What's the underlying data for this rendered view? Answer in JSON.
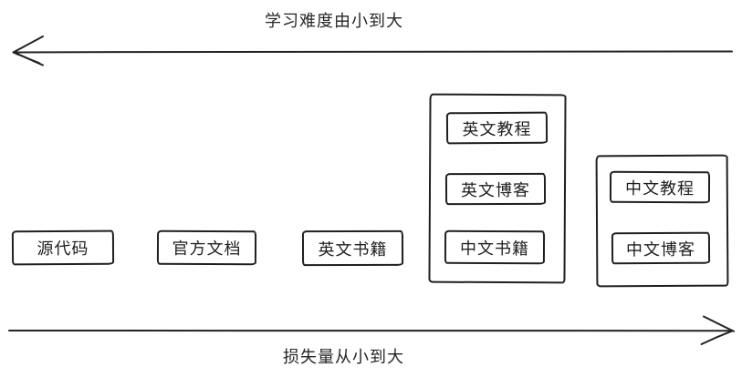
{
  "diagram": {
    "top_axis": {
      "label": "学习难度由小到大",
      "direction": "left"
    },
    "bottom_axis": {
      "label": "损失量从小到大",
      "direction": "right"
    },
    "standalone_boxes": [
      {
        "id": "source-code",
        "label": "源代码"
      },
      {
        "id": "official-docs",
        "label": "官方文档"
      },
      {
        "id": "english-books",
        "label": "英文书籍"
      }
    ],
    "groups": [
      {
        "id": "english-group",
        "items": [
          {
            "id": "english-tutorials",
            "label": "英文教程"
          },
          {
            "id": "english-blogs",
            "label": "英文博客"
          },
          {
            "id": "chinese-books",
            "label": "中文书籍"
          }
        ]
      },
      {
        "id": "chinese-group",
        "items": [
          {
            "id": "chinese-tutorials",
            "label": "中文教程"
          },
          {
            "id": "chinese-blogs",
            "label": "中文博客"
          }
        ]
      }
    ],
    "colors": {
      "ink": "#1f1f1f",
      "background": "#ffffff"
    }
  }
}
